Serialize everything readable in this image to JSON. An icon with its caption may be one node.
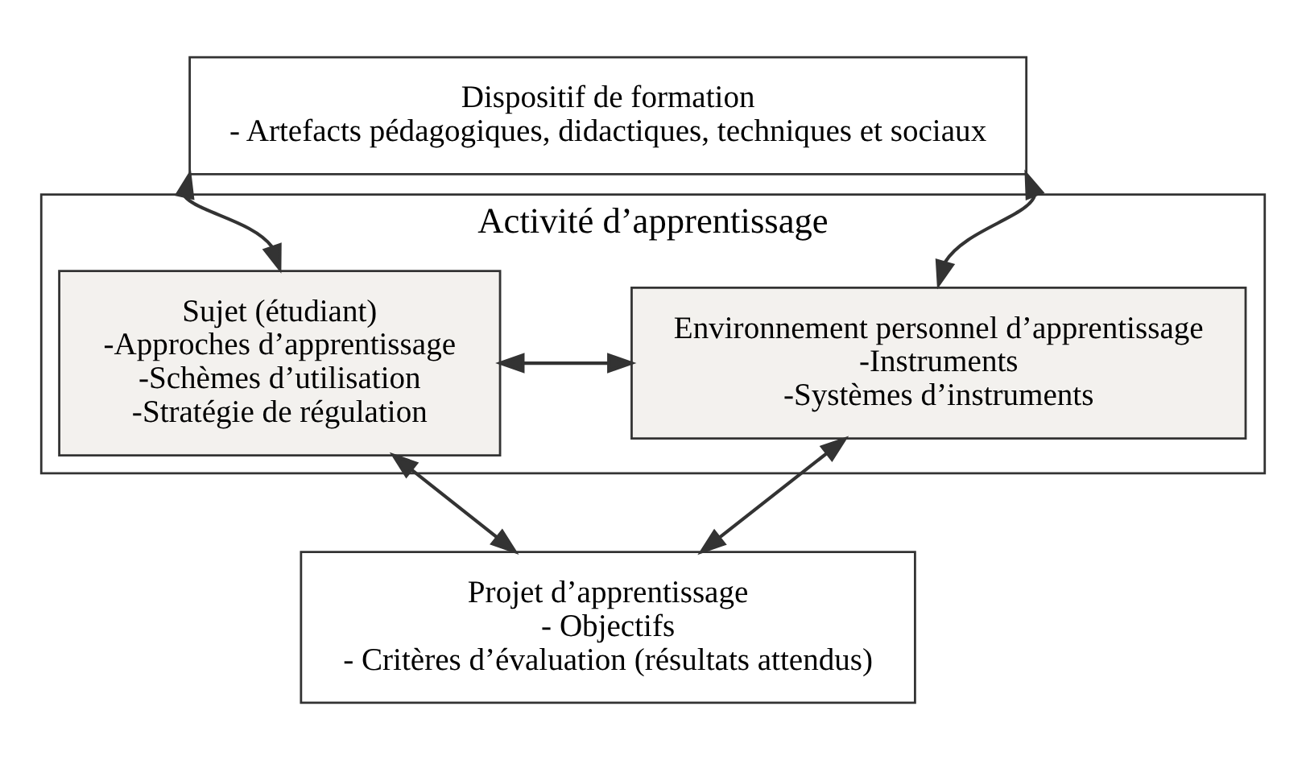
{
  "diagram": {
    "nodes": [
      {
        "text": [
          "Dispositif de formation",
          "- Artefacts pédagogiques, didactiques, techniques et sociaux"
        ]
      },
      {
        "text": [
          "Activité d’apprentissage"
        ]
      },
      {
        "text": [
          "Sujet (étudiant)",
          "-Approches d’apprentissage",
          "-Schèmes d’utilisation",
          "-Stratégie de régulation"
        ],
        "in": 1
      },
      {
        "text": [
          "Environnement personnel d’apprentissage",
          "-Instruments",
          "-Systèmes d’instruments"
        ],
        "in": 1
      },
      {
        "text": [
          "Projet d’apprentissage",
          "- Objectifs",
          "- Critères d’évaluation (résultats attendus)"
        ]
      }
    ],
    "edges": [
      {
        "from": 0,
        "to": 2,
        "arrow": "both"
      },
      {
        "from": 0,
        "to": 3,
        "arrow": "both"
      },
      {
        "from": 2,
        "to": 3,
        "arrow": "both"
      },
      {
        "from": 2,
        "to": 4,
        "arrow": "both"
      },
      {
        "from": 3,
        "to": 4,
        "arrow": "both"
      }
    ]
  }
}
